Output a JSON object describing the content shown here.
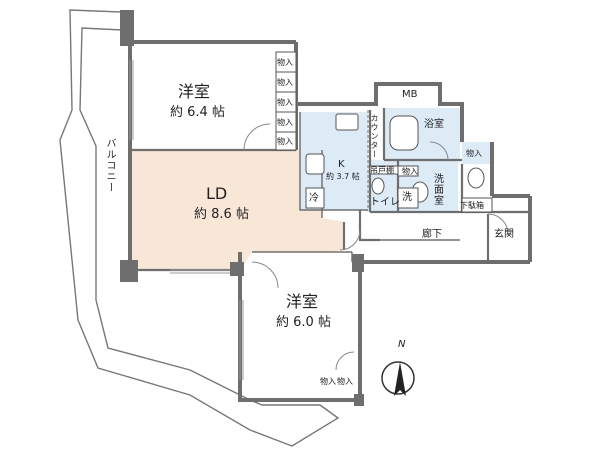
{
  "balcony": "バルコニー",
  "rooms": {
    "western_1": {
      "name": "洋室",
      "area": "約 6.4 帖"
    },
    "ld": {
      "name": "LD",
      "area": "約 8.6 帖"
    },
    "kitchen": {
      "name": "K",
      "area": "約 3.7 帖"
    },
    "western_2": {
      "name": "洋室",
      "area": "約 6.0 帖"
    },
    "bathroom": {
      "name": "浴室"
    },
    "washroom": {
      "name": "洗面室"
    },
    "toilet": {
      "name": "トイレ"
    },
    "hallway": {
      "name": "廊下"
    },
    "entrance": {
      "name": "玄関"
    }
  },
  "labels": {
    "storage": "物入",
    "mb": "MB",
    "counter": "カウンター",
    "hanging_cabinet": "吊戸棚",
    "fridge": "冷",
    "washer": "洗",
    "shoe_box": "下駄箱",
    "compass_n": "N"
  },
  "colors": {
    "wall": "#6e6e6e",
    "ld_floor": "#f8e7d6",
    "wet_floor": "#dcebf6",
    "line": "#555555"
  }
}
